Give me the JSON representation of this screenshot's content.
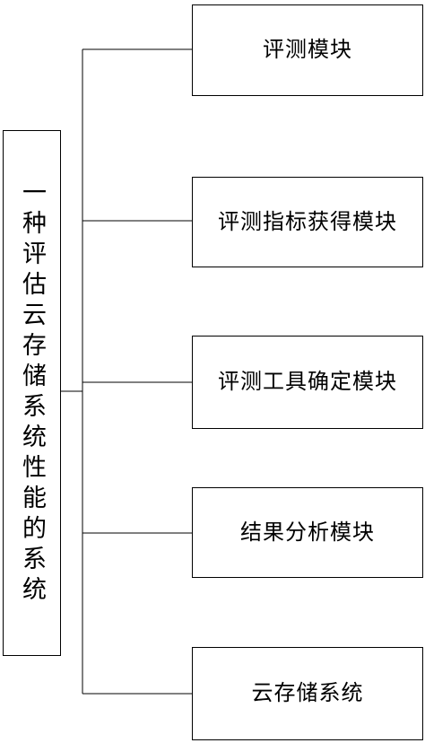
{
  "diagram": {
    "root": {
      "label": "一种评估云存储系统性能的系统"
    },
    "modules": [
      {
        "label": "评测模块"
      },
      {
        "label": "评测指标获得模块"
      },
      {
        "label": "评测工具确定模块"
      },
      {
        "label": "结果分析模块"
      },
      {
        "label": "云存储系统"
      }
    ],
    "colors": {
      "line": "#000000",
      "background": "#ffffff"
    }
  }
}
